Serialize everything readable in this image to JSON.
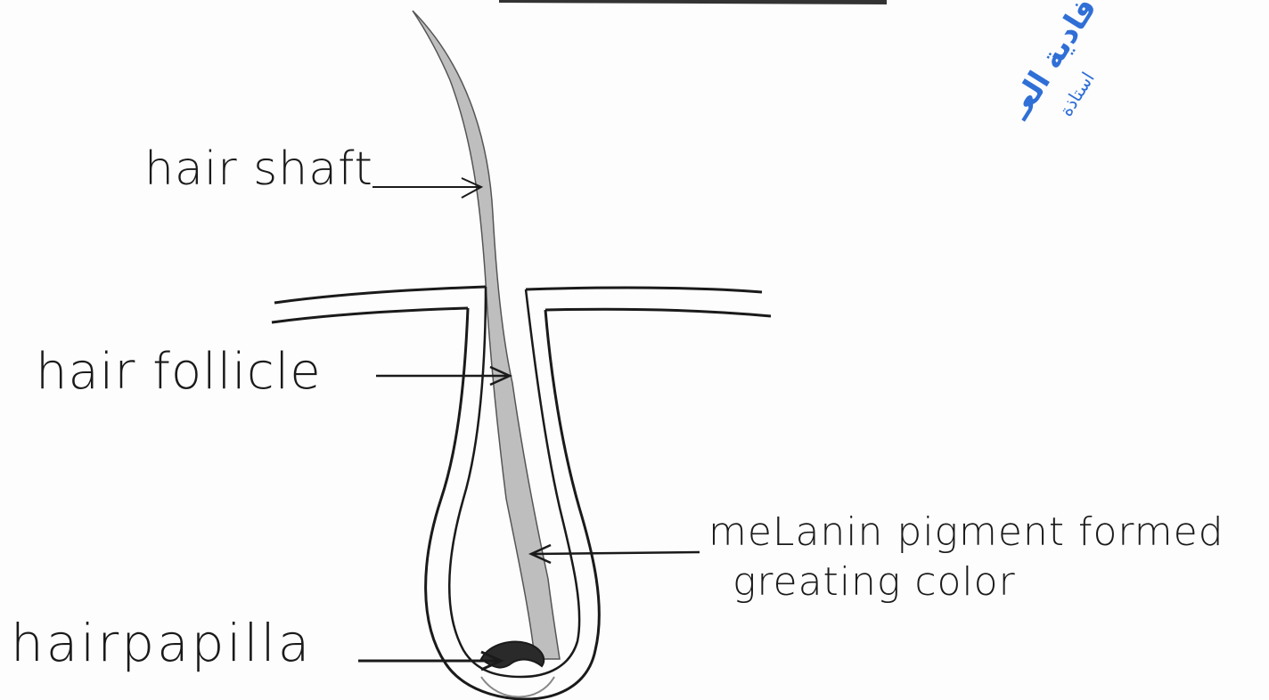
{
  "labels": {
    "hair_shaft": "hair shaft",
    "hair_follicle": "hair follicle",
    "melanin_line1": "meLanin pigment formed",
    "melanin_line2": "greating color",
    "hair_papilla": "hairpapilla"
  },
  "stamp": {
    "color": "#2f6fd6",
    "text": "فاديـة العـ / استاذة"
  },
  "colors": {
    "ink": "#1a1a1a",
    "pencil_shading": "#8a8a8a"
  }
}
